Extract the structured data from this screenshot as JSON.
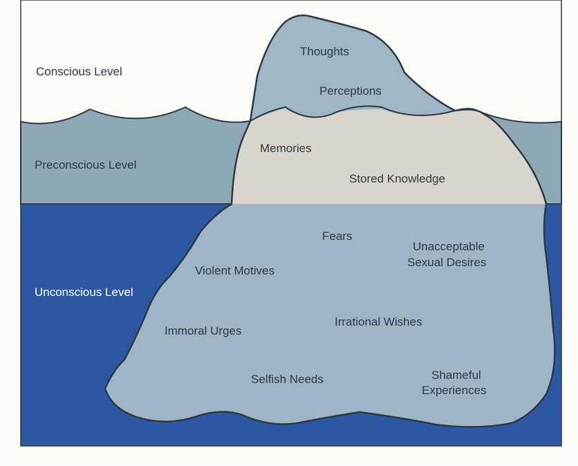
{
  "levels": {
    "conscious": "Conscious Level",
    "preconscious": "Preconscious Level",
    "unconscious": "Unconscious Level"
  },
  "conscious_items": {
    "thoughts": "Thoughts",
    "perceptions": "Perceptions"
  },
  "preconscious_items": {
    "memories": "Memories",
    "stored_knowledge": "Stored Knowledge"
  },
  "unconscious_items": {
    "fears": "Fears",
    "unacceptable_line1": "Unacceptable",
    "unacceptable_line2": "Sexual Desires",
    "violent_motives": "Violent Motives",
    "immoral_urges": "Immoral Urges",
    "irrational_wishes": "Irrational Wishes",
    "selfish_needs": "Selfish Needs",
    "shameful_line1": "Shameful",
    "shameful_line2": "Experiences"
  },
  "colors": {
    "sky": "#fbfbf8",
    "preconscious_water": "#8fa8b6",
    "unconscious_water": "#2d58a4",
    "iceberg_top": "#9fb6c4",
    "iceberg_middle": "#d9d4cc",
    "iceberg_bottom": "#9fb5c5",
    "outline": "#2e3840"
  }
}
